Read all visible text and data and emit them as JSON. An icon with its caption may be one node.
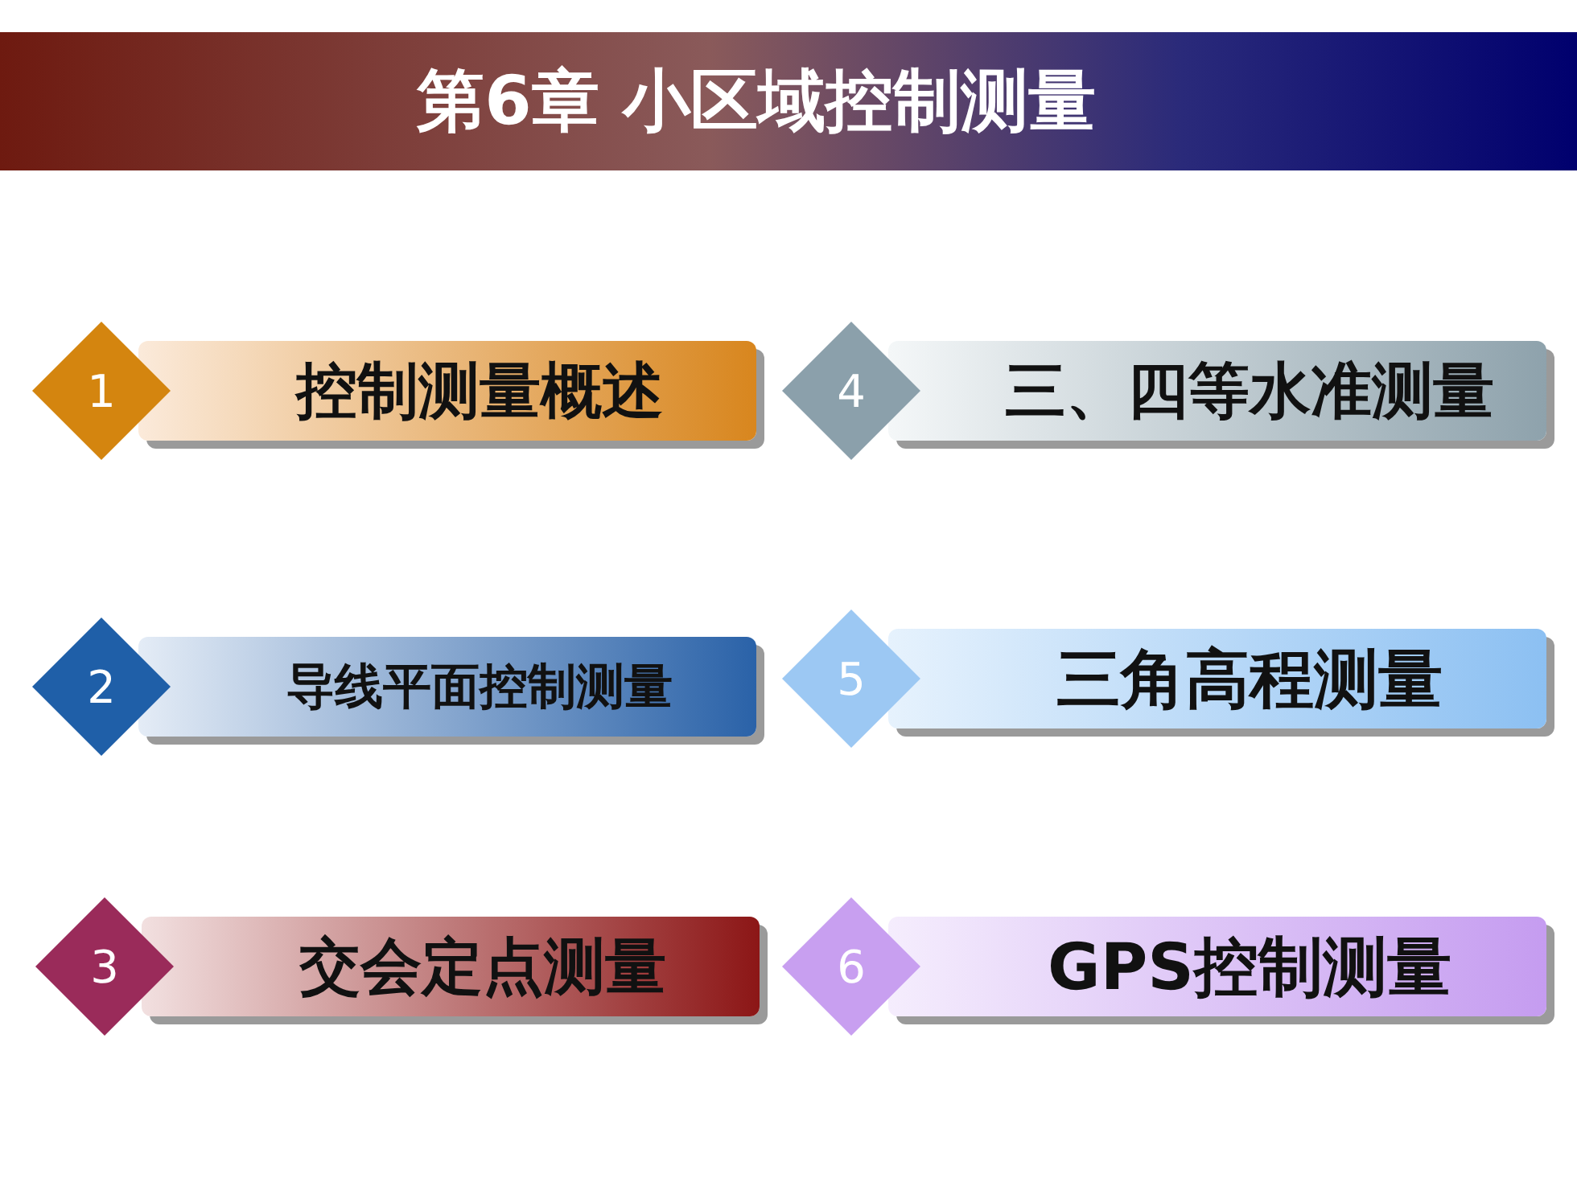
{
  "diagram": {
    "title": "第6章 小区域控制测量",
    "nodes": [
      {
        "text": [
          "1",
          "控制测量概述"
        ]
      },
      {
        "text": [
          "2",
          "导线平面控制测量"
        ]
      },
      {
        "text": [
          "3",
          "交会定点测量"
        ]
      },
      {
        "text": [
          "4",
          "三、四等水准测量"
        ]
      },
      {
        "text": [
          "5",
          "三角高程测量"
        ]
      },
      {
        "text": [
          "6",
          "GPS控制测量"
        ]
      }
    ],
    "edges": []
  }
}
